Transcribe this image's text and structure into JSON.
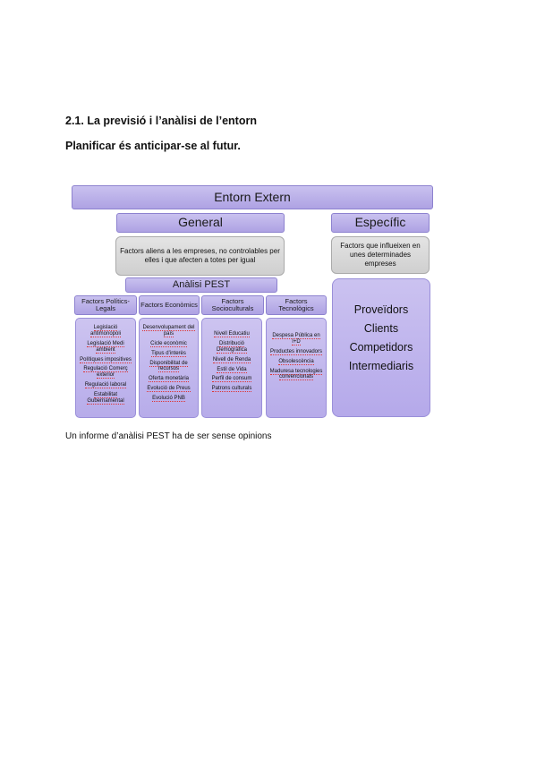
{
  "section_title": "2.1. La previsió i l’anàlisi de l’entorn",
  "subtitle": "Planificar és anticipar-se al futur.",
  "diagram": {
    "top": "Entorn Extern",
    "general": {
      "label": "General",
      "description": "Factors aliens a les empreses, no controlables per elles i que afecten a totes per igual"
    },
    "especific": {
      "label": "Específic",
      "description": "Factors que influeixen en unes determinades empreses",
      "items": [
        "Proveïdors",
        "Clients",
        "Competidors",
        "Intermediaris"
      ]
    },
    "pest_label": "Anàlisi PEST",
    "factors": [
      {
        "header": "Factors Polítics-Legals",
        "items": [
          "Legislació antimonopoli",
          "Legislació Medi ambient",
          "Polítiques impositives",
          "Regulació Comerç exterior",
          "Regulació laboral",
          "Estabilitat Gubernamental"
        ]
      },
      {
        "header": "Factors Econòmics",
        "items": [
          "Desenvolupament del país",
          "Cicle econòmic",
          "Tipus d’interès",
          "Disponibilitat de recursos",
          "Oferta monetària",
          "Evolució de Preus",
          "Evolució PNB"
        ]
      },
      {
        "header": "Factors Socioculturals",
        "items": [
          "Nivell Educatiu",
          "Distribució Demogràfica",
          "Nivell de Renda",
          "Estil de Vida",
          "Perfil de consum",
          "Patrons culturals"
        ]
      },
      {
        "header": "Factors Tecnològics",
        "items": [
          "Despesa Pública en I+D",
          "Productes innovadors",
          "Obsolescència",
          "Maduresa tecnologies convencionals"
        ]
      }
    ]
  },
  "footer_note": "Un informe d’anàlisi PEST ha de ser sense opinions"
}
